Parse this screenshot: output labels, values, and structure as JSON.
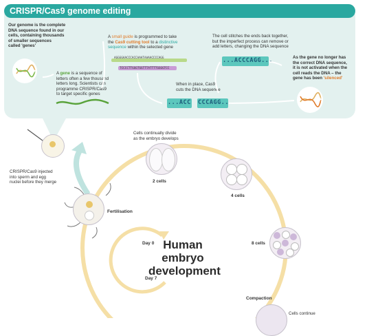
{
  "header": {
    "title": "CRISPR/Cas9 genome editing"
  },
  "panel": {
    "intro": [
      "Our genome is the complete",
      "DNA sequence found in our",
      "cells, containing thousands",
      "of smaller sequences",
      "called 'genes'"
    ],
    "gene_text": {
      "lead": "A ",
      "gene_word": "gene",
      "rest": [
        "is a sequence of",
        "letters often a few thousand",
        "letters long. Scientists can",
        "programme CRISPR/Cas9",
        "to target specific genes"
      ]
    },
    "guide_text": {
      "l1a": "A ",
      "l1b": "small guide",
      "l1c": " is programmed to take",
      "l2a": "the ",
      "l2b": "Cas9 cutting tool",
      "l2c": " to a ",
      "l2d": "distinctive",
      "l3a": "sequence",
      "l3b": " within the selected gene"
    },
    "dna_strand_top": "AGGGGAACCCACCAAATAAAACCCCAGG",
    "dna_strand_bottom": "TCCCCTTGGGTGGTTTATTTTGGGGTCC",
    "cut_text": [
      "When in place, Cas9",
      "cuts the DNA sequence"
    ],
    "cut_left": "...ACC",
    "cut_right": "CCCAGG...",
    "stitch_text": [
      "The cell stitches the ends back together,",
      "but the imperfect process can remove or",
      "add letters, changing the DNA sequence"
    ],
    "stitched": "...ACCCAGG...",
    "silenced_text": {
      "lines": [
        "As the gene no longer has",
        "the correct DNA sequence,",
        "it is not activated when the",
        "cell reads the DNA – the"
      ],
      "last_a": "gene has been ",
      "last_b": "'silenced'"
    }
  },
  "embryo": {
    "injection_text": [
      "CRISPR/Cas9 injected",
      "into sperm and egg",
      "nuclei before they merge"
    ],
    "fertilisation": "Fertilisation",
    "divide_text": [
      "Cells continually divide",
      "as the embryo develops"
    ],
    "two_cells": "2 cells",
    "four_cells": "4 cells",
    "eight_cells": "8 cells",
    "compaction": "Compaction",
    "continue_text": "Cells continue",
    "day0": "Day 0",
    "day7": "Day 7",
    "title": [
      "Human",
      "embryo",
      "development"
    ]
  },
  "colors": {
    "teal": "#2aa8a0",
    "panel_bg": "#e3f1ef",
    "orange": "#e07b2a",
    "cycle_yellow": "#f5dfa6"
  }
}
